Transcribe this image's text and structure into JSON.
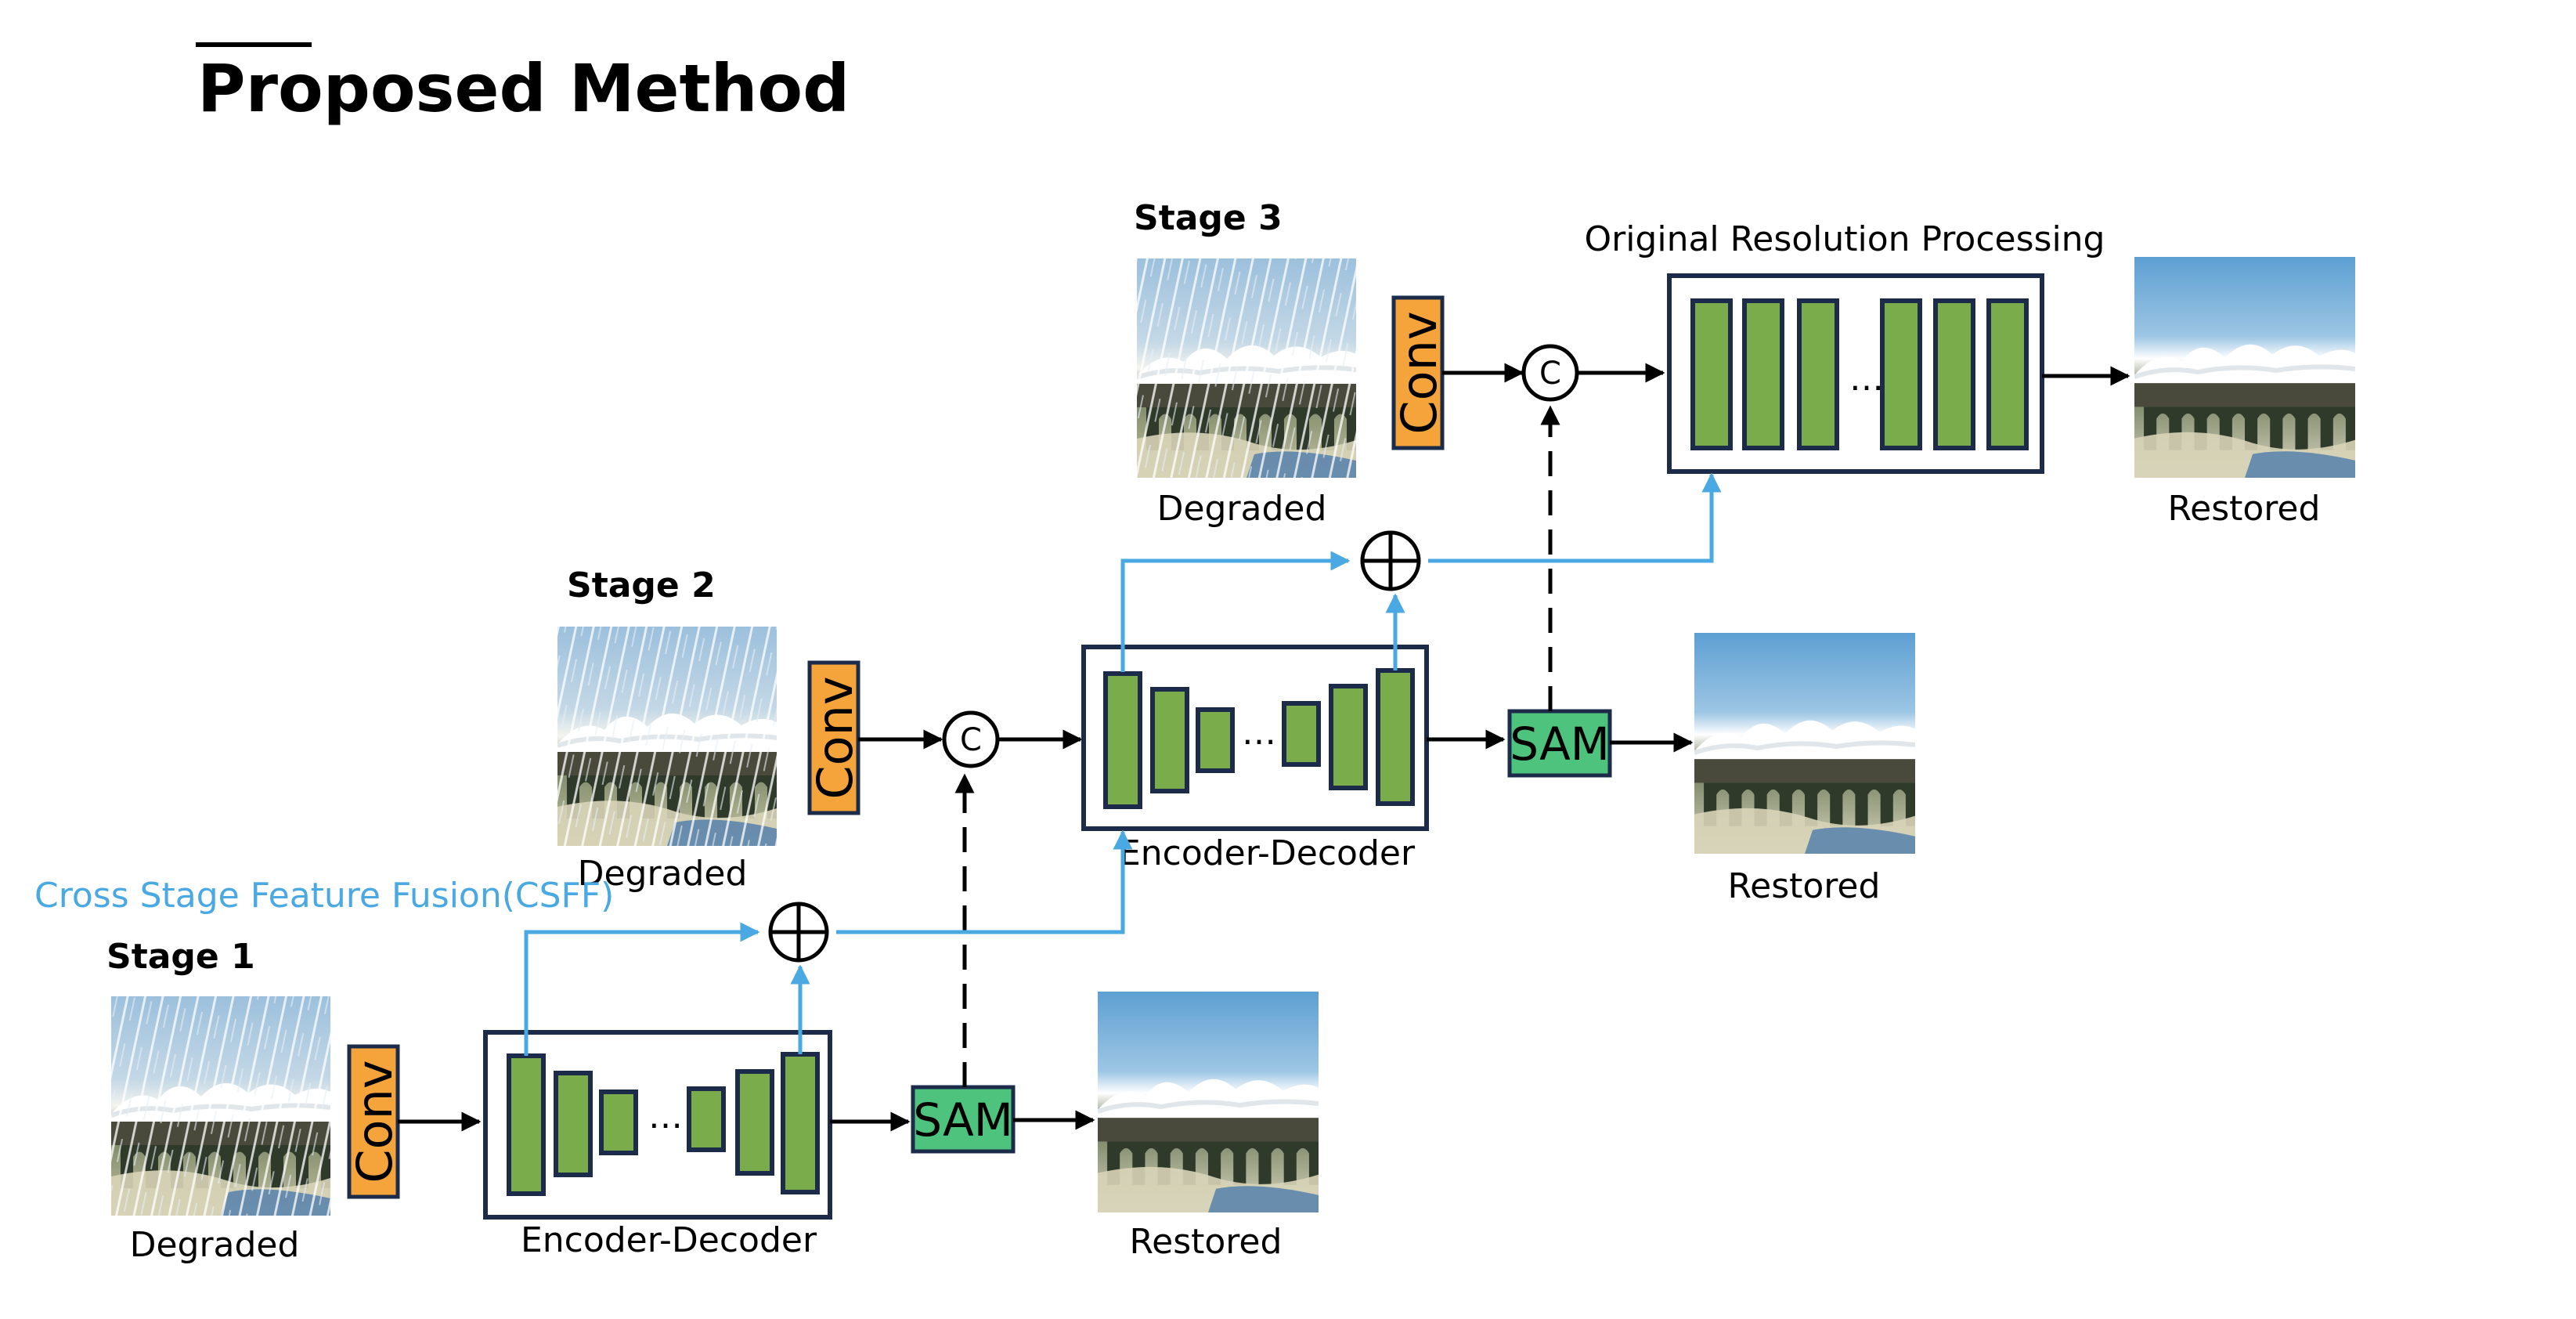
{
  "title": "Proposed Method",
  "stages": {
    "stage1": "Stage 1",
    "stage2": "Stage 2",
    "stage3": "Stage 3"
  },
  "labels": {
    "degraded": "Degraded",
    "restored": "Restored",
    "encoder_decoder": "Encoder-Decoder",
    "original_resolution": "Original Resolution Processing",
    "csff": "Cross Stage Feature Fusion(CSFF)",
    "conv": "Conv",
    "sam": "SAM",
    "concat": "C",
    "dots": "…"
  },
  "colors": {
    "block_green": "#7aac4c",
    "conv_orange": "#f4a43a",
    "sam_green": "#4ec37d",
    "csff_blue": "#4aa8e2",
    "outline_navy": "#1c2b4a"
  }
}
